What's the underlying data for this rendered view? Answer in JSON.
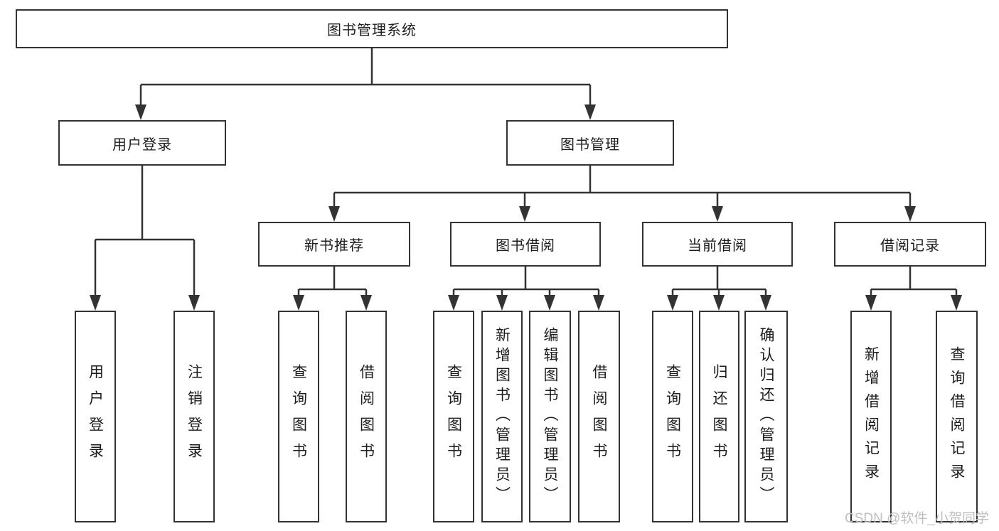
{
  "colors": {
    "line": "#333333",
    "text": "#1d1d1d",
    "watermark": "#bfbfbf",
    "bg": "#ffffff"
  },
  "nodes": {
    "root": {
      "label": "图书管理系统"
    },
    "l1_user_login": {
      "label": "用户登录"
    },
    "l1_book_mgmt": {
      "label": "图书管理"
    },
    "l2_new_book": {
      "label": "新书推荐"
    },
    "l2_borrow": {
      "label": "图书借阅"
    },
    "l2_current": {
      "label": "当前借阅"
    },
    "l2_records": {
      "label": "借阅记录"
    },
    "leaf_user_login": {
      "label": "用户登录"
    },
    "leaf_logout": {
      "label": "注销登录"
    },
    "leaf_nb_query": {
      "label": "查询图书"
    },
    "leaf_nb_borrow": {
      "label": "借阅图书"
    },
    "leaf_bb_query": {
      "label": "查询图书"
    },
    "leaf_bb_add": {
      "label": "新增图书（管理员）"
    },
    "leaf_bb_edit": {
      "label": "编辑图书（管理员）"
    },
    "leaf_bb_borrow": {
      "label": "借阅图书"
    },
    "leaf_cb_query": {
      "label": "查询图书"
    },
    "leaf_cb_return": {
      "label": "归还图书"
    },
    "leaf_cb_confirm": {
      "label": "确认归还（管理员）"
    },
    "leaf_br_add": {
      "label": "新增借阅记录"
    },
    "leaf_br_query": {
      "label": "查询借阅记录"
    }
  },
  "watermark": "CSDN @软件_小贺同学"
}
